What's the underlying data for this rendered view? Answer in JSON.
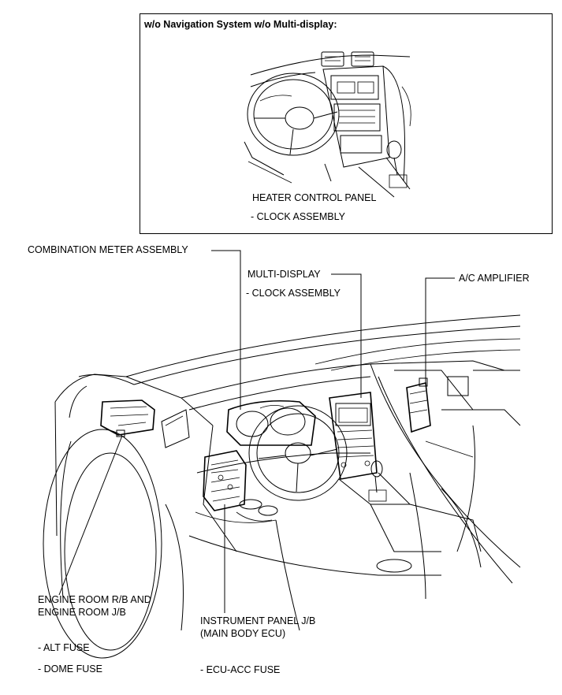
{
  "inset": {
    "title": "w/o Navigation System w/o Multi-display:",
    "heater_panel": "HEATER CONTROL  PANEL",
    "clock": "- CLOCK ASSEMBLY"
  },
  "callouts": {
    "combination_meter": "COMBINATION METER  ASSEMBLY",
    "multi_display": "MULTI-DISPLAY",
    "multi_display_clock": "- CLOCK ASSEMBLY",
    "ac_amplifier": "A/C AMPLIFIER",
    "engine_room_line1": "ENGINE ROOM R/B AND",
    "engine_room_line2": "ENGINE ROOM J/B",
    "alt_fuse": "- ALT FUSE",
    "dome_fuse": "- DOME FUSE",
    "instrument_panel_line1": "INSTRUMENT PANEL J/B",
    "instrument_panel_line2": "(MAIN BODY ECU)",
    "ecu_acc_fuse": "- ECU-ACC FUSE"
  }
}
